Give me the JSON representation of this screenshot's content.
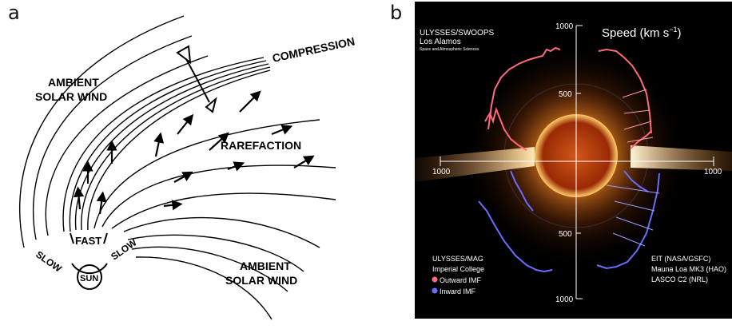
{
  "panel_a": {
    "letter": "a",
    "labels": {
      "compression": "COMPRESSION",
      "ambient_top_1": "AMBIENT",
      "ambient_top_2": "SOLAR WIND",
      "rarefaction": "RAREFACTION",
      "ambient_bottom_1": "AMBIENT",
      "ambient_bottom_2": "SOLAR WIND",
      "fast": "FAST",
      "slow_left": "SLOW",
      "slow_right": "SLOW",
      "sun": "SUN"
    }
  },
  "panel_b": {
    "letter": "b",
    "title_1": "ULYSSES/SWOOPS",
    "title_2": "Los Alamos",
    "title_3": "Space and Atmospheric Sciences",
    "speed_label": "Speed (km s",
    "speed_sup": "−1",
    "speed_close": ")",
    "axis_top": "1000",
    "axis_mid_top": "500",
    "axis_left": "1000",
    "axis_right": "1000",
    "axis_mid_bottom": "500",
    "axis_bottom": "1000",
    "mag_1": "ULYSSES/MAG",
    "mag_2": "Imperial College",
    "legend_outward": "Outward IMF",
    "legend_inward": "Inward IMF",
    "credit_1": "EIT (NASA/GSFC)",
    "credit_2": "Mauna Loa MK3 (HAO)",
    "credit_3": "LASCO C2 (NRL)",
    "colors": {
      "outward": "#ff6b7a",
      "inward": "#6a6cff",
      "sun": "#c83a00"
    }
  }
}
